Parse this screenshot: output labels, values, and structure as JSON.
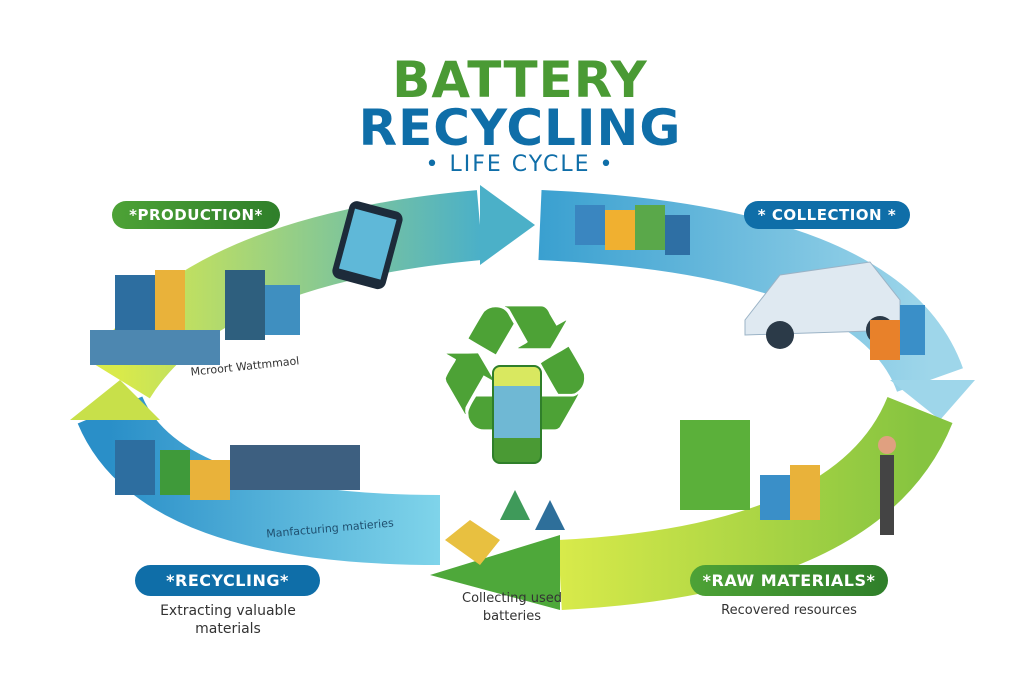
{
  "title": {
    "line1": "BATTERY",
    "line2": "RECYCLING",
    "subtitle": "• LIFE CYCLE •"
  },
  "stages": {
    "production": {
      "label": "*PRODUCTION*",
      "scene_text": "Mcroort Wattmmaol"
    },
    "collection": {
      "label": "* COLLECTION *"
    },
    "recycling": {
      "label": "*RECYCLING*",
      "description_line1": "Extracting valuable",
      "description_line2": "materials",
      "scene_text": "Manfacturing matieries"
    },
    "center": {
      "description_line1": "Collecting used",
      "description_line2": "batteries"
    },
    "raw_materials": {
      "label": "*RAW MATERIALS*",
      "description": "Recovered resources"
    }
  },
  "colors": {
    "green": "#4a9a34",
    "blue": "#0f6ea8",
    "lime": "#c8e04a",
    "sky": "#5bc0e0"
  },
  "icons": {
    "center": "recycle-battery-icon"
  }
}
